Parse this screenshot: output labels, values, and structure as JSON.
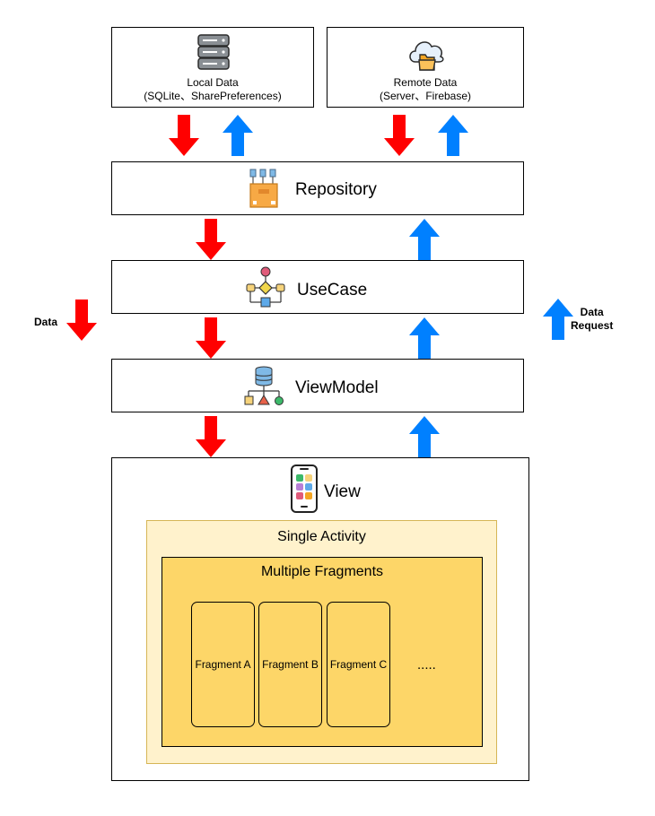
{
  "local": {
    "title": "Local Data",
    "subtitle": "(SQLite、SharePreferences)",
    "icon": "database-icon"
  },
  "remote": {
    "title": "Remote Data",
    "subtitle": "(Server、Firebase)",
    "icon": "cloud-folder-icon"
  },
  "repository": {
    "label": "Repository",
    "icon": "repository-icon"
  },
  "usecase": {
    "label": "UseCase",
    "icon": "flowchart-icon"
  },
  "viewmodel": {
    "label": "ViewModel",
    "icon": "data-hierarchy-icon"
  },
  "view": {
    "label": "View",
    "icon": "mobile-app-icon",
    "activity": {
      "label": "Single Activity"
    },
    "fragments": {
      "label": "Multiple Fragments",
      "items": [
        "Fragment A",
        "Fragment B",
        "Fragment C"
      ],
      "more": "....."
    }
  },
  "legend": {
    "data": "Data",
    "request_line1": "Data",
    "request_line2": "Request"
  },
  "colors": {
    "data_arrow": "#ff0000",
    "request_arrow": "#0080ff",
    "activity_fill": "#fff2cc",
    "activity_border": "#d6b656",
    "fragment_fill": "#fdd668"
  }
}
